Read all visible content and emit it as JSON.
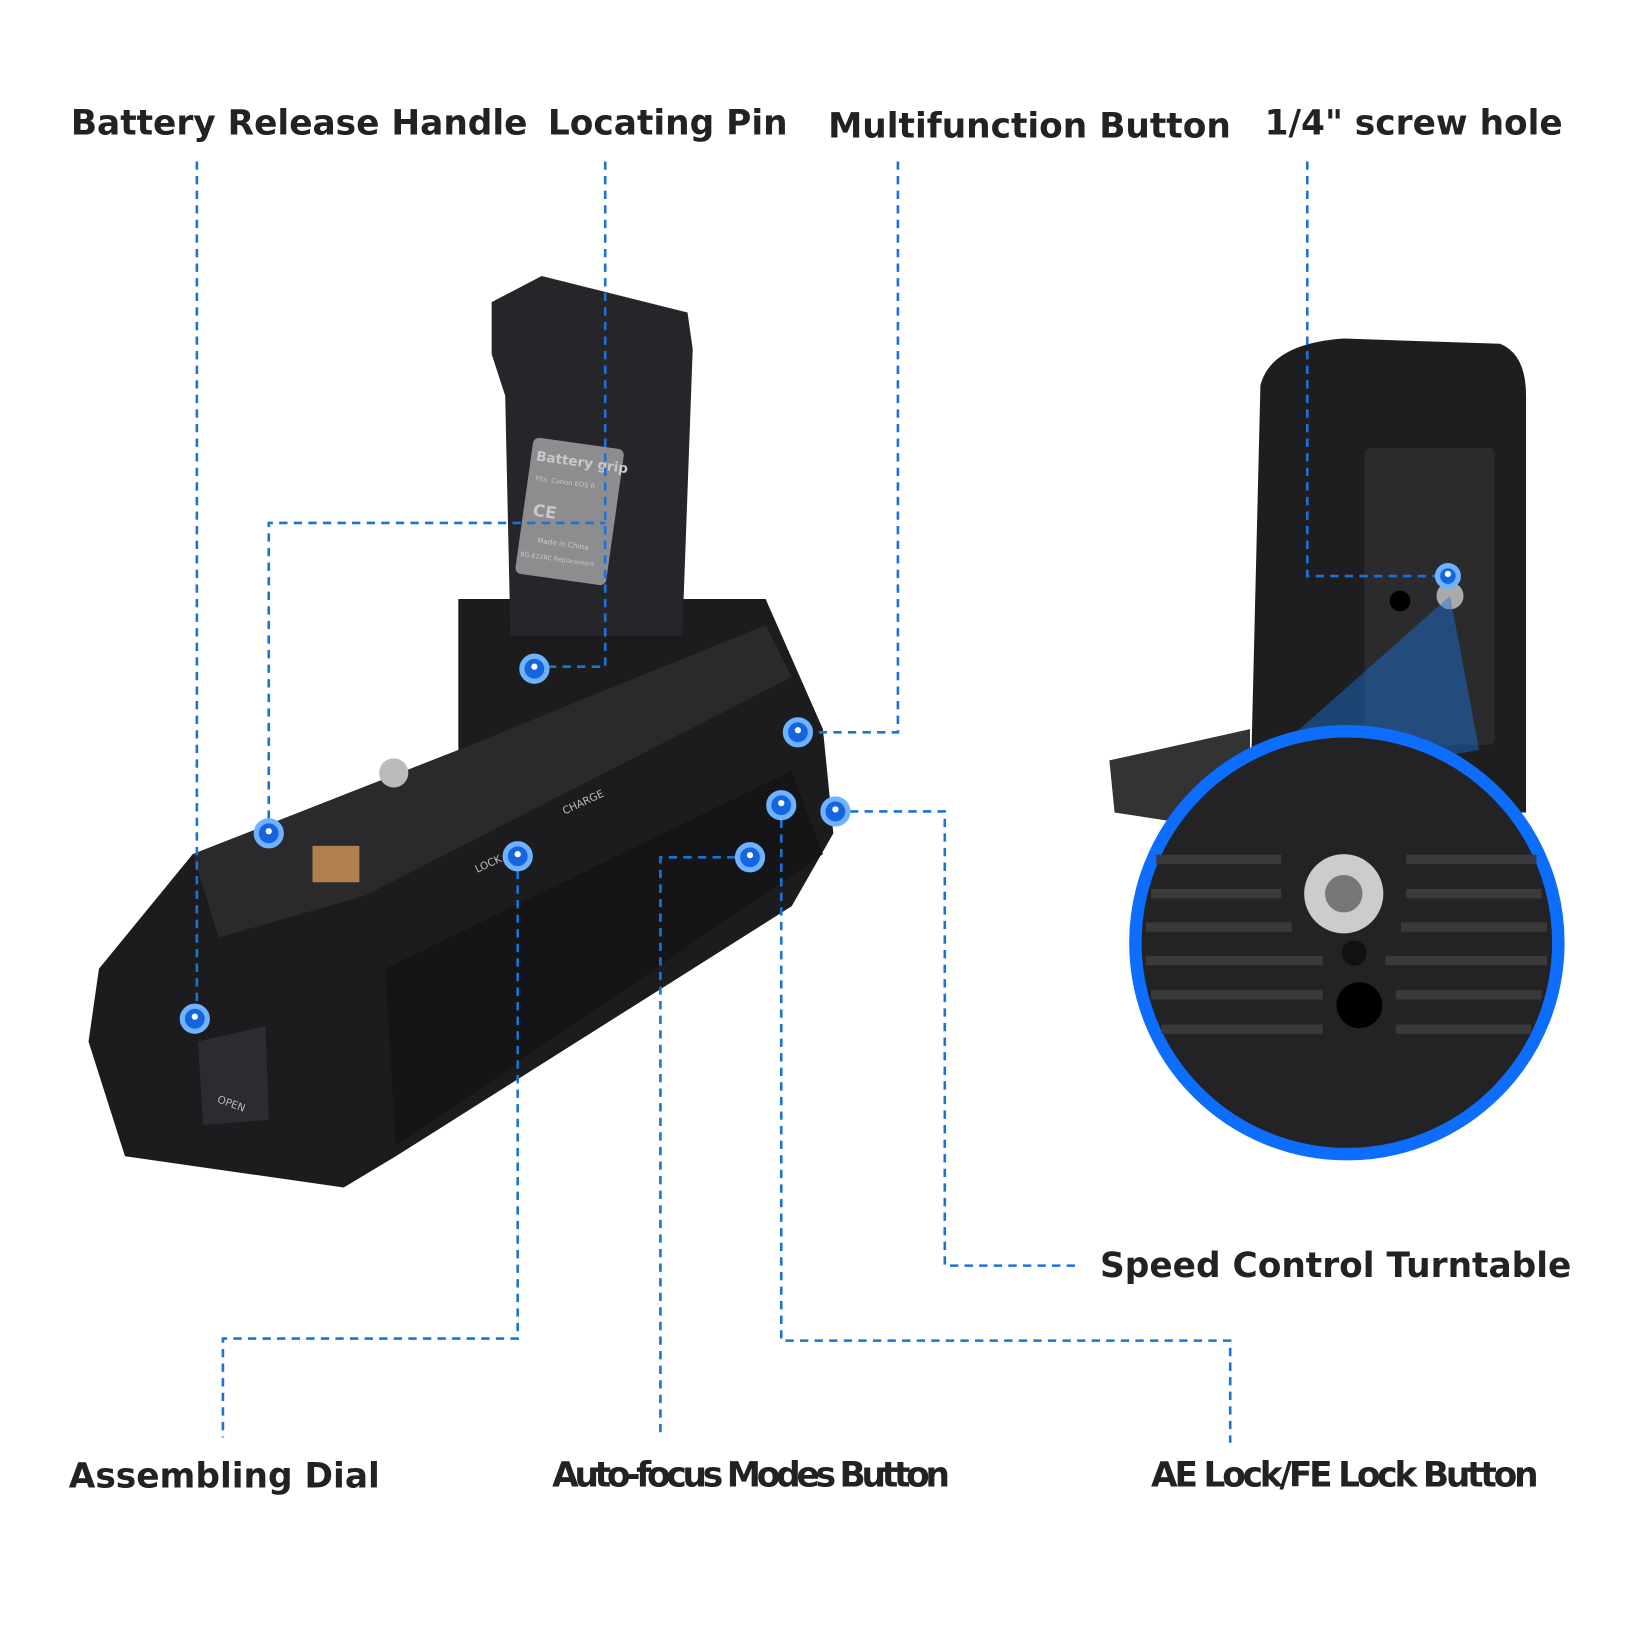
{
  "labels": {
    "battery_release_handle": "Battery Release Handle",
    "locating_pin": "Locating Pin",
    "multifunction_button": "Multifunction Button",
    "screw_hole": "1/4\" screw hole",
    "speed_control_turntable": "Speed Control Turntable",
    "assembling_dial": "Assembling Dial",
    "autofocus_modes_button": "Auto-focus Modes Button",
    "ae_lock_button": "AE Lock/FE Lock Button"
  },
  "product_markings": {
    "sticker_title": "Battery grip",
    "sticker_fits": "Fits: Canon EOS R",
    "sticker_origin": "Made in China",
    "sticker_model": "BG-E22RC Replacement",
    "lock": "LOCK",
    "charge": "CHARGE",
    "open": "OPEN"
  },
  "colors": {
    "accent": "#1a73d9",
    "body": "#1c1c1e",
    "text": "#222222"
  }
}
